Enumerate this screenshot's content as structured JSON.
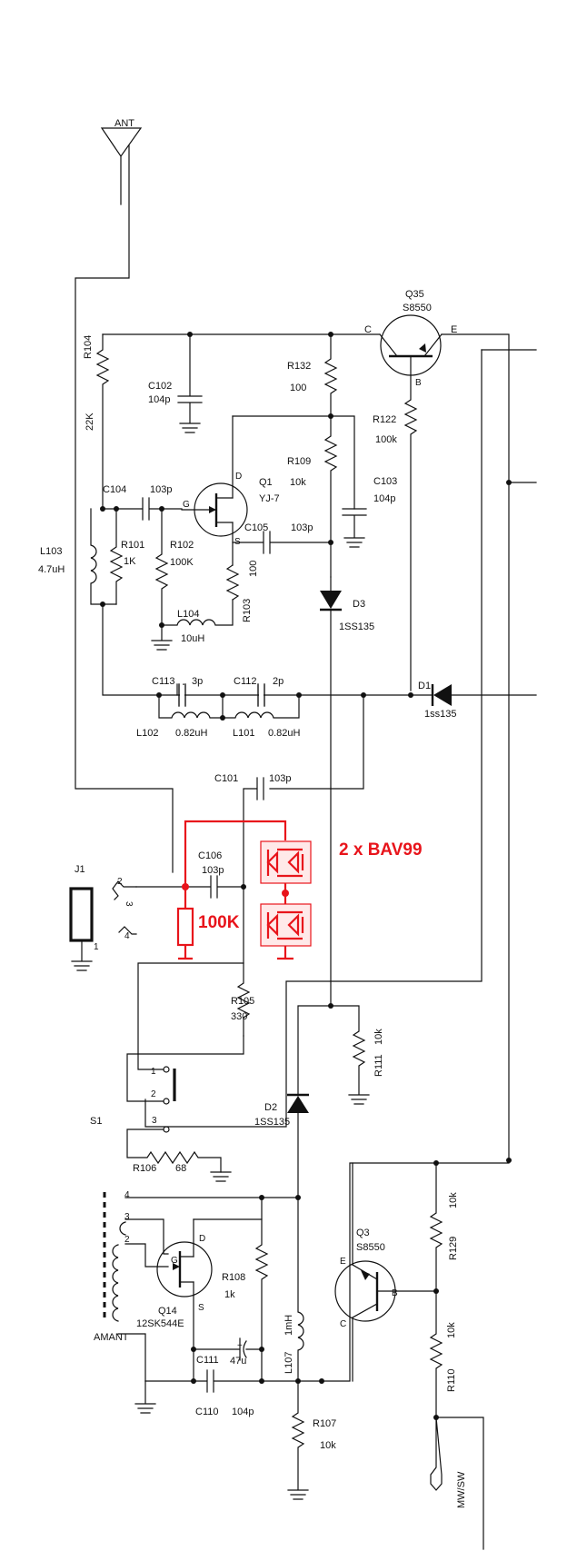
{
  "labels": {
    "ant": "ANT",
    "q35": "Q35",
    "q35_type": "S8550",
    "q35_c": "C",
    "q35_e": "E",
    "q35_b": "B",
    "r104": "R104",
    "r104_val": "22K",
    "c102": "C102",
    "c102_val": "104p",
    "r132": "R132",
    "r132_val": "100",
    "r122": "R122",
    "r122_val": "100k",
    "r109": "R109",
    "r109_val": "10k",
    "c103": "C103",
    "c103_val": "104p",
    "c104": "C104",
    "c104_val": "103p",
    "q1": "Q1",
    "q1_type": "YJ-7",
    "q1_d": "D",
    "q1_g": "G",
    "q1_s": "S",
    "r101": "R101",
    "r101_val": "1K",
    "r102": "R102",
    "r102_val": "100K",
    "c105": "C105",
    "c105_val": "103p",
    "l103": "L103",
    "l103_val": "4.7uH",
    "r103": "R103",
    "r103_val": "100",
    "d3": "D3",
    "d3_type": "1SS135",
    "l104": "L104",
    "l104_val": "10uH",
    "c113": "C113",
    "c113_val": "3p",
    "c112": "C112",
    "c112_val": "2p",
    "d1": "D1",
    "d1_type": "1ss135",
    "l102": "L102",
    "l102_val": "0.82uH",
    "l101": "L101",
    "l101_val": "0.82uH",
    "c101": "C101",
    "c101_val": "103p",
    "c106": "C106",
    "c106_val": "103p",
    "j1": "J1",
    "j1_p2": "2",
    "j1_p3": "3",
    "j1_p4": "4",
    "j1_p1": "1",
    "r105": "R105",
    "r105_val": "330",
    "r111": "R111",
    "r111_val": "10k",
    "s1": "S1",
    "s1_p1": "1",
    "s1_p2": "2",
    "s1_p3": "3",
    "d2": "D2",
    "d2_type": "1SS135",
    "r106": "R106",
    "r106_val": "68",
    "amant": "AMANT",
    "amant_p4": "4",
    "amant_p3": "3",
    "amant_p2": "2",
    "q14": "Q14",
    "q14_type": "12SK544E",
    "q14_d": "D",
    "q14_g": "G",
    "q14_s": "S",
    "r108": "R108",
    "r108_val": "1k",
    "q3": "Q3",
    "q3_type": "S8550",
    "q3_e": "E",
    "q3_b": "B",
    "q3_c": "C",
    "r129": "R129",
    "r129_val": "10k",
    "c111": "C111",
    "c111_val": "47u",
    "c111_plus": "+",
    "l107": "L107",
    "l107_val": "1mH",
    "r110": "R110",
    "r110_val": "10k",
    "c110": "C110",
    "c110_val": "104p",
    "r107": "R107",
    "r107_val": "10k",
    "mwsw": "MW/SW"
  },
  "mod": {
    "bav99": "2 x BAV99",
    "r100k": "100K"
  },
  "colors": {
    "wire": "#111111",
    "mod": "#e8141b"
  }
}
